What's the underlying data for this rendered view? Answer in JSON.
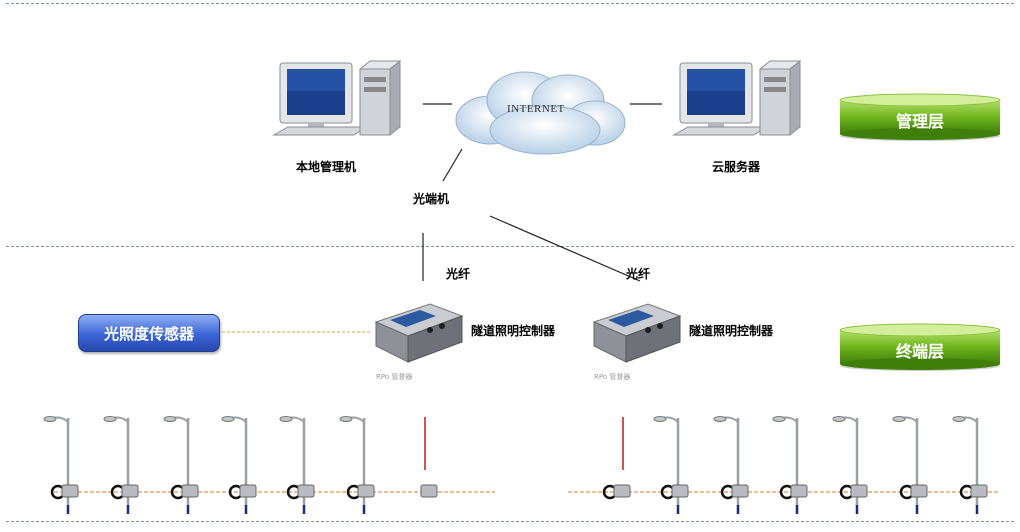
{
  "layers": {
    "management": "管理层",
    "terminal": "终端层"
  },
  "nodes": {
    "local_pc": "本地管理机",
    "cloud_server": "云服务器",
    "internet": "INTERNET",
    "optical_transceiver": "光端机",
    "fiber_left": "光纤",
    "fiber_right": "光纤",
    "sensor": "光照度传感器",
    "controller_left": "隧道照明控制器",
    "controller_right": "隧道照明控制器",
    "device_caption": "RPo    管督器"
  },
  "colors": {
    "sensor_blue": "#3b64d6",
    "layer_green": "#6fb51c",
    "cable_orange": "#e07a2a",
    "fiber_red": "#c0181c"
  }
}
